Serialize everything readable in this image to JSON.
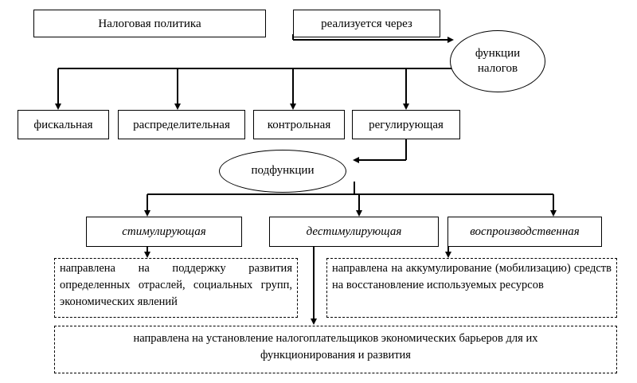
{
  "nodes": {
    "tax_policy": "Налоговая политика",
    "implemented_via": "реализуется через",
    "tax_functions_line1": "функции",
    "tax_functions_line2": "налогов",
    "fiscal": "фискальная",
    "distributive": "распределительная",
    "control": "контрольная",
    "regulating": "регулирующая",
    "subfunctions": "подфункции",
    "stimulating": "стимулирующая",
    "destimulating": "дестимулирующая",
    "reproductive": "воспроизводственная"
  },
  "descriptions": {
    "stimulating_desc": "направлена на поддержку развития определенных отраслей, социальных групп, экономических явлений",
    "reproductive_desc": "направлена на аккумулирование (мобилизацию) средств на восстановление используемых ресурсов",
    "destimulating_desc_line1": "направлена на установление налогоплательщиков экономических барьеров для их",
    "destimulating_desc_line2": "функционирования и развития"
  }
}
